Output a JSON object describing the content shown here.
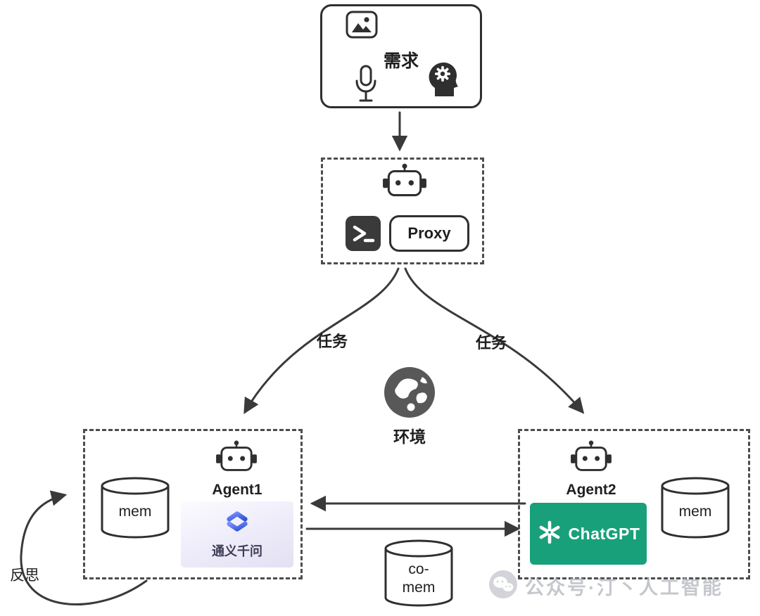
{
  "requirement": {
    "label": "需求"
  },
  "proxy": {
    "label": "Proxy"
  },
  "edges": {
    "task_left_label": "任务",
    "task_right_label": "任务"
  },
  "environment": {
    "label": "环境"
  },
  "agent1": {
    "title": "Agent1",
    "mem_label": "mem",
    "model_label": "通义千问"
  },
  "agent2": {
    "title": "Agent2",
    "mem_label": "mem",
    "model_label": "ChatGPT"
  },
  "co_mem": {
    "line1": "co-",
    "line2": "mem"
  },
  "reflection": {
    "label": "反思"
  },
  "watermark": {
    "text": "公众号·汀丶人工智能"
  },
  "colors": {
    "stroke": "#3a3a3a",
    "chatgpt_green": "#18a07a",
    "tongyi_blue": "#3b5bdb",
    "watermark_gray": "#b6bac0"
  }
}
